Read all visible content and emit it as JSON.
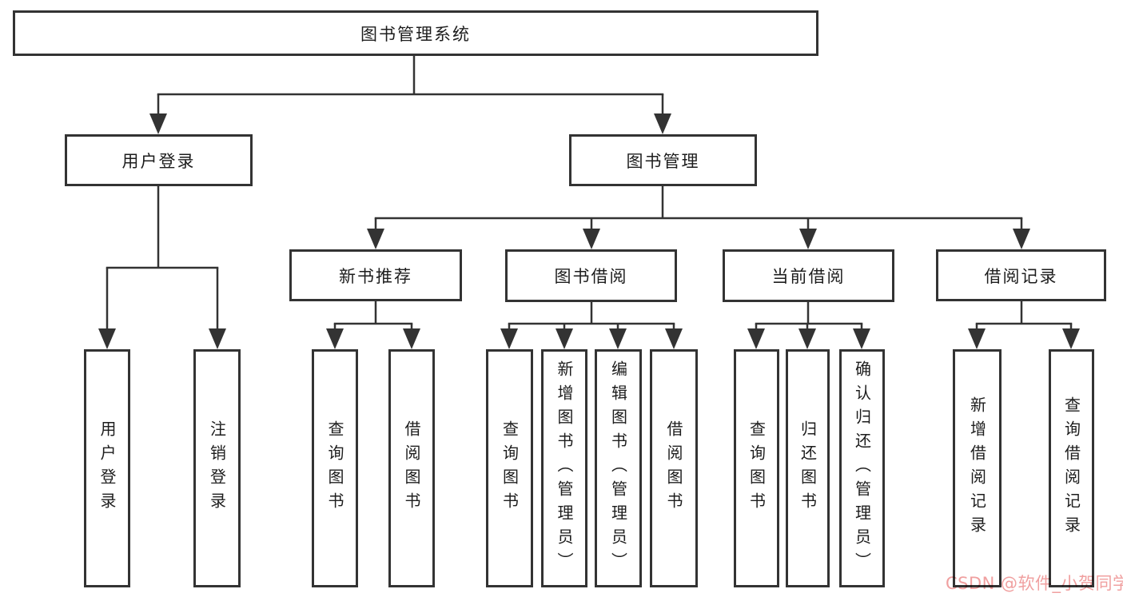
{
  "diagram": {
    "root": {
      "label": "图书管理系统"
    },
    "user_login": {
      "label": "用户登录",
      "children": [
        {
          "label": "用户登录"
        },
        {
          "label": "注销登录"
        }
      ]
    },
    "book_mgmt": {
      "label": "图书管理",
      "sections": [
        {
          "label": "新书推荐",
          "children": [
            {
              "label": "查询图书"
            },
            {
              "label": "借阅图书"
            }
          ]
        },
        {
          "label": "图书借阅",
          "children": [
            {
              "label": "查询图书"
            },
            {
              "label": "新增图书（管理员）"
            },
            {
              "label": "编辑图书（管理员）"
            },
            {
              "label": "借阅图书"
            }
          ]
        },
        {
          "label": "当前借阅",
          "children": [
            {
              "label": "查询图书"
            },
            {
              "label": "归还图书"
            },
            {
              "label": "确认归还（管理员）"
            }
          ]
        },
        {
          "label": "借阅记录",
          "children": [
            {
              "label": "新增借阅记录"
            },
            {
              "label": "查询借阅记录"
            }
          ]
        }
      ]
    }
  },
  "watermark": {
    "text": "CSDN @软件_小贺同学"
  },
  "colors": {
    "line": "#333333",
    "text": "#1D1D1D",
    "watermark": "#F0A0A0",
    "background": "#FFFFFF"
  }
}
